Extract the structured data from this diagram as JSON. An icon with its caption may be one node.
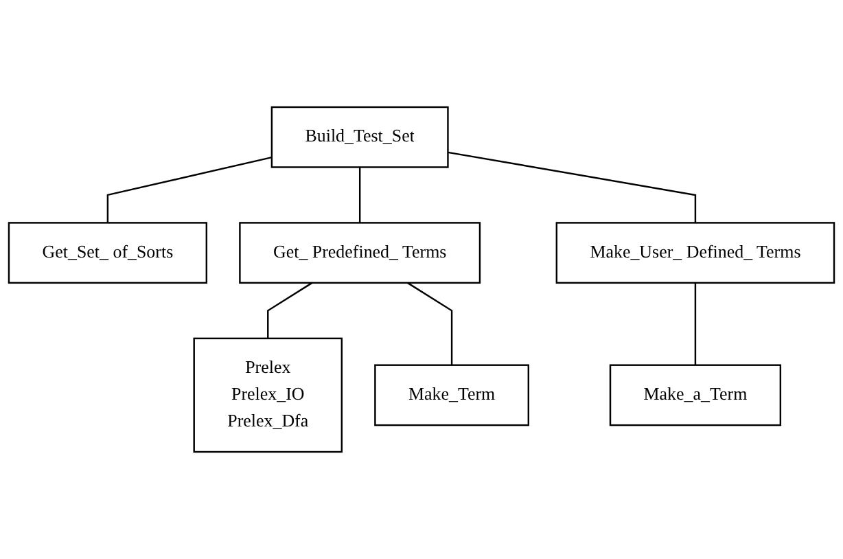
{
  "diagram": {
    "nodes": [
      {
        "text": [
          "Build_Test_Set"
        ]
      },
      {
        "text": [
          "Get_Set_ of_Sorts"
        ]
      },
      {
        "text": [
          "Get_ Predefined_ Terms"
        ]
      },
      {
        "text": [
          "Make_User_ Defined_ Terms"
        ]
      },
      {
        "text": [
          "Prelex",
          "Prelex_IO",
          "Prelex_Dfa"
        ]
      },
      {
        "text": [
          "Make_Term"
        ]
      },
      {
        "text": [
          "Make_a_Term"
        ]
      }
    ],
    "edges": [
      {
        "from": 0,
        "to": 1,
        "arrow": "none"
      },
      {
        "from": 0,
        "to": 2,
        "arrow": "none"
      },
      {
        "from": 0,
        "to": 3,
        "arrow": "none"
      },
      {
        "from": 2,
        "to": 4,
        "arrow": "none"
      },
      {
        "from": 2,
        "to": 5,
        "arrow": "none"
      },
      {
        "from": 3,
        "to": 6,
        "arrow": "none"
      }
    ]
  }
}
